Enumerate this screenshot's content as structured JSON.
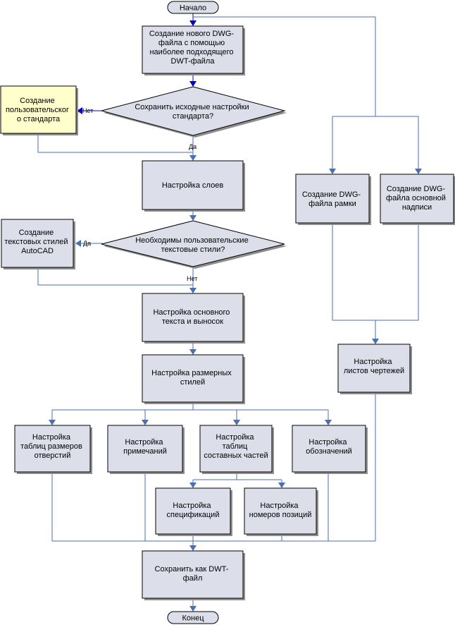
{
  "colors": {
    "node_fill": "#dcdfe9",
    "highlight_fill": "#ffffcc",
    "connector": "#4a6fb5",
    "connector_emphasis": "#0000cc"
  },
  "nodes": {
    "start": "Начало",
    "create_dwg": [
      "Создание нового DWG-",
      "файла с помощью",
      "наиболее подходящего",
      "DWT-файла"
    ],
    "q_keep_settings": [
      "Сохранить исходные настройки",
      "стандарта?"
    ],
    "custom_standard": [
      "Создание",
      "пользовательског",
      "о стандарта"
    ],
    "layers": [
      "Настройка слоев"
    ],
    "q_text_styles": [
      "Необходимы пользовательские",
      "текстовые стили?"
    ],
    "text_styles": [
      "Создание",
      "текстовых стилей",
      "AutoCAD"
    ],
    "main_text": [
      "Настройка основного",
      "текста и выносок"
    ],
    "dim_styles": [
      "Настройка размерных",
      "стилей"
    ],
    "hole_tables": [
      "Настройка",
      "таблиц размеров",
      "отверстий"
    ],
    "notes": [
      "Настройка",
      "примечаний"
    ],
    "parts_tables": [
      "Настройка",
      "таблиц",
      "составных частей"
    ],
    "symbols": [
      "Настройка",
      "обозначений"
    ],
    "specs": [
      "Настройка",
      "спецификаций"
    ],
    "balloons": [
      "Настройка",
      "номеров позиций"
    ],
    "save_dwt": [
      "Сохранить как DWT-",
      "файл"
    ],
    "end": "Конец",
    "frame_dwg": [
      "Создание DWG-",
      "файла рамки"
    ],
    "titleblock_dwg": [
      "Создание DWG-",
      "файла основной",
      "надписи"
    ],
    "sheets": [
      "Настройка",
      "листов чертежей"
    ]
  },
  "edge_labels": {
    "no_1": "Нет",
    "yes_1": "Да",
    "yes_2": "Да",
    "no_2": "Нет"
  }
}
